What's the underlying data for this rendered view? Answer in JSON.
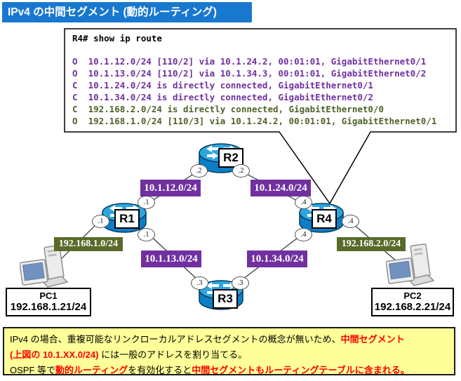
{
  "title": "IPv4 の中間セグメント (動的ルーティング)",
  "route_box": {
    "command": "R4# show ip route",
    "routes": [
      {
        "text": "O  10.1.12.0/24 [110/2] via 10.1.24.2, 00:01:01, GigabitEthernet0/1",
        "kind": "intermediate"
      },
      {
        "text": "O  10.1.13.0/24 [110/2] via 10.1.34.3, 00:01:01, GigabitEthernet0/2",
        "kind": "intermediate"
      },
      {
        "text": "C  10.1.24.0/24 is directly connected, GigabitEthernet0/1",
        "kind": "intermediate"
      },
      {
        "text": "C  10.1.34.0/24 is directly connected, GigabitEthernet0/2",
        "kind": "intermediate"
      },
      {
        "text": "C  192.168.2.0/24 is directly connected, GigabitEthernet0/0",
        "kind": "edge"
      },
      {
        "text": "O  192.168.1.0/24 [110/3] via 10.1.24.2, 00:01:01, GigabitEthernet0/1",
        "kind": "edge"
      }
    ]
  },
  "routers": [
    {
      "name": "R1"
    },
    {
      "name": "R2"
    },
    {
      "name": "R3"
    },
    {
      "name": "R4"
    }
  ],
  "ports": [
    {
      "label": ".1"
    },
    {
      "label": ".1"
    },
    {
      "label": ".1"
    },
    {
      "label": ".2"
    },
    {
      "label": ".2"
    },
    {
      "label": ".3"
    },
    {
      "label": ".3"
    },
    {
      "label": ".4"
    },
    {
      "label": ".4"
    },
    {
      "label": ".4"
    }
  ],
  "segments": [
    {
      "label": "10.1.12.0/24",
      "kind": "intermediate"
    },
    {
      "label": "10.1.24.0/24",
      "kind": "intermediate"
    },
    {
      "label": "10.1.13.0/24",
      "kind": "intermediate"
    },
    {
      "label": "10.1.34.0/24",
      "kind": "intermediate"
    },
    {
      "label": "192.168.1.0/24",
      "kind": "edge"
    },
    {
      "label": "192.168.2.0/24",
      "kind": "edge"
    }
  ],
  "pcs": [
    {
      "name": "PC1",
      "ip": "192.168.1.21/24"
    },
    {
      "name": "PC2",
      "ip": "192.168.2.21/24"
    }
  ],
  "note": {
    "l1a": "IPv4 の場合、重複可能なリンクローカルアドレスセグメントの概念が無いため、",
    "l1b": "中間セグメント",
    "l2a": "(上図の 10.1.XX.0/24) ",
    "l2b": "には一般のアドレスを割り当てる。",
    "l3a": "OSPF 等で",
    "l3b": "動的ルーティング",
    "l3c": "を有効化すると",
    "l3d": "中間セグメントもルーティングテーブルに含まれる。"
  },
  "colors": {
    "title_bg": "#1878D0",
    "intermediate_purple": "#7030A0",
    "edge_olive_box": "#5A6A2A",
    "edge_olive_text": "#4F6228",
    "highlight_red": "#FF0000",
    "note_bg": "#FFFF99",
    "router_top": "#2BA7E0",
    "router_body": "#0B7EC8"
  }
}
